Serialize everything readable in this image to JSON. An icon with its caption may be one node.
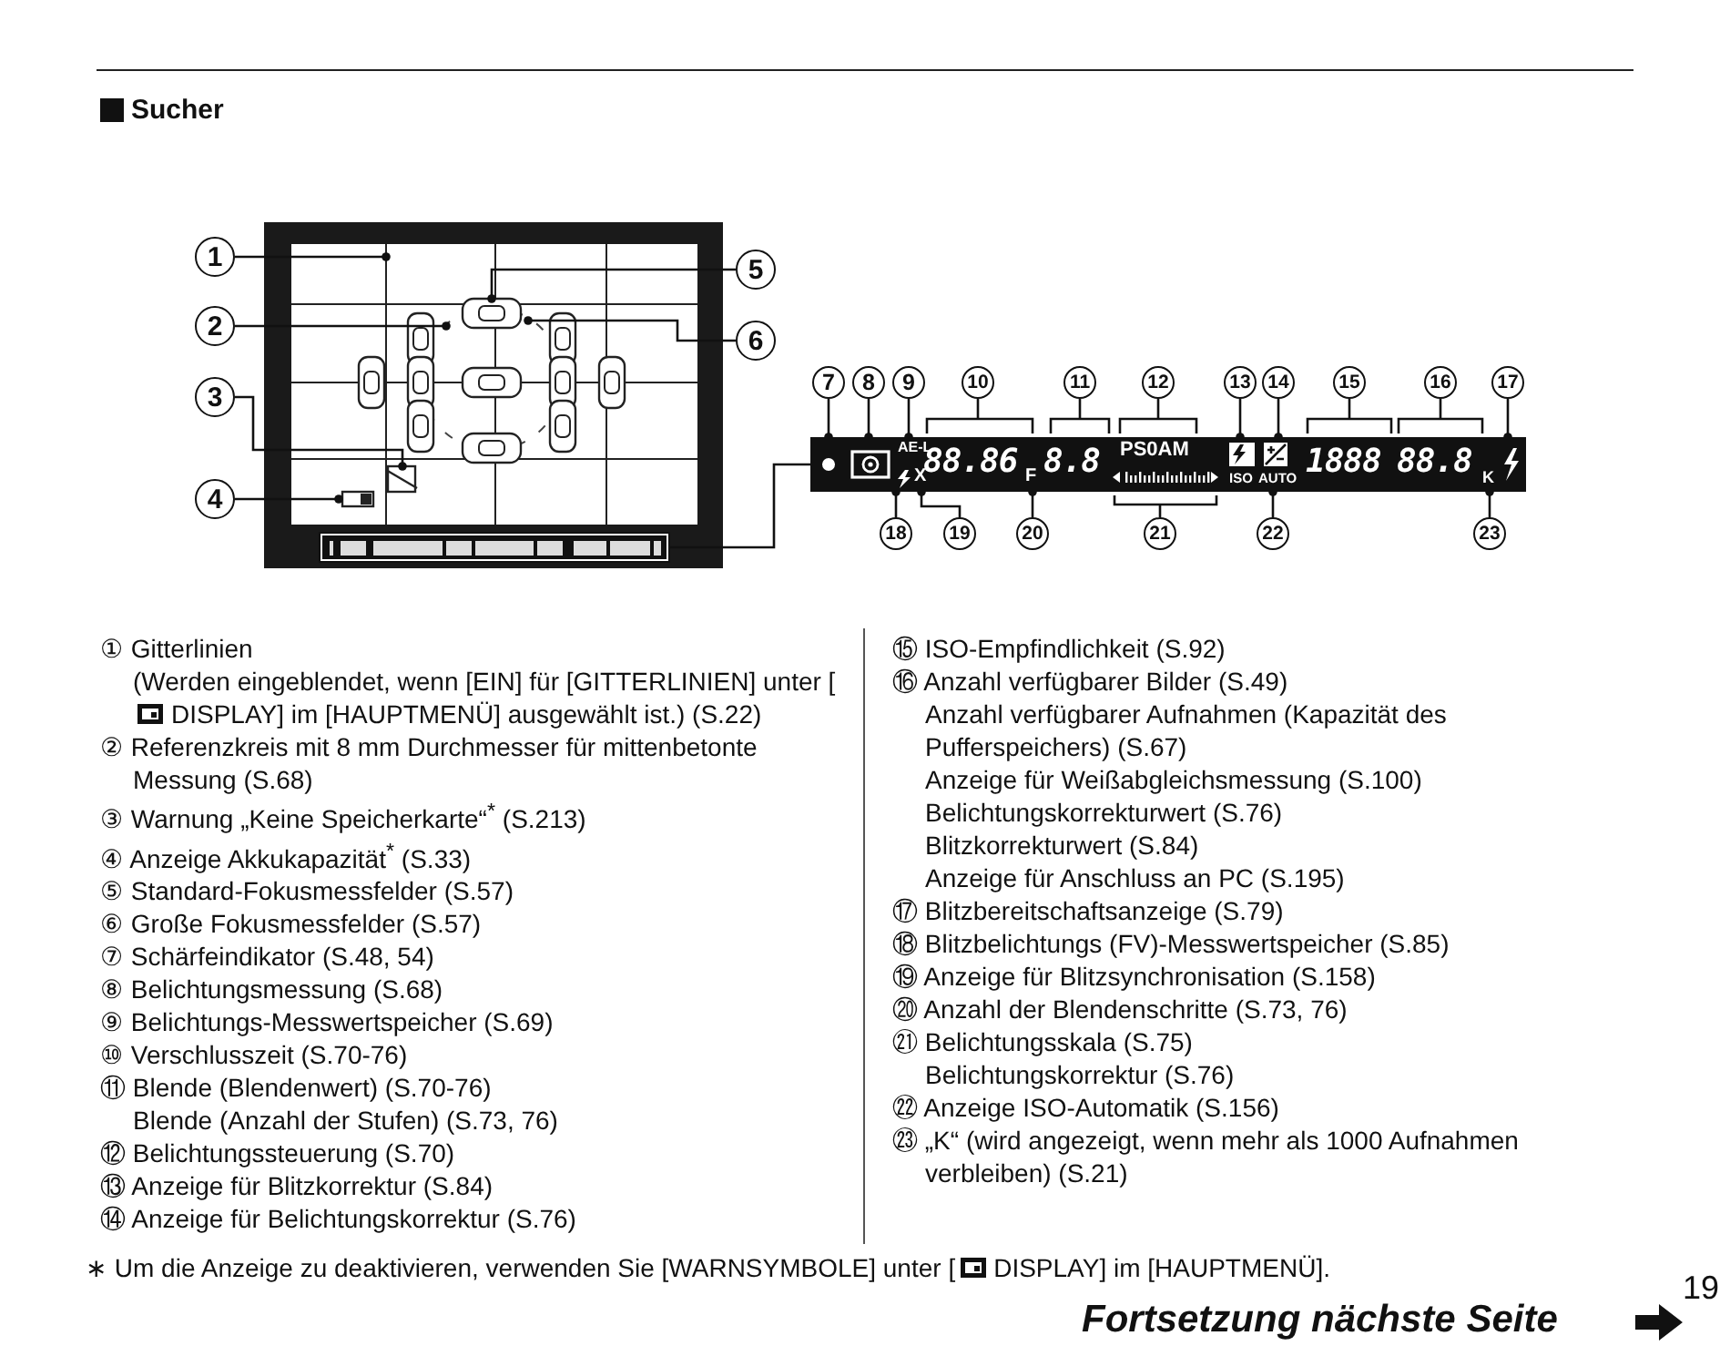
{
  "diagram": {
    "title": "Sucher",
    "nodes": [
      {
        "text": [
          "1"
        ]
      },
      {
        "text": [
          "2"
        ]
      },
      {
        "text": [
          "3"
        ]
      },
      {
        "text": [
          "4"
        ]
      },
      {
        "text": [
          "5"
        ]
      },
      {
        "text": [
          "6"
        ]
      },
      {
        "text": [
          "7"
        ]
      },
      {
        "text": [
          "8"
        ]
      },
      {
        "text": [
          "9"
        ]
      },
      {
        "text": [
          "10"
        ]
      },
      {
        "text": [
          "11"
        ]
      },
      {
        "text": [
          "12"
        ]
      },
      {
        "text": [
          "13"
        ]
      },
      {
        "text": [
          "14"
        ]
      },
      {
        "text": [
          "15"
        ]
      },
      {
        "text": [
          "16"
        ]
      },
      {
        "text": [
          "17"
        ]
      },
      {
        "text": [
          "18"
        ]
      },
      {
        "text": [
          "19"
        ]
      },
      {
        "text": [
          "20"
        ]
      },
      {
        "text": [
          "21"
        ]
      },
      {
        "text": [
          "22"
        ]
      },
      {
        "text": [
          "23"
        ]
      },
      {
        "text": [],
        "shape": "box"
      },
      {
        "text": [],
        "shape": "bar",
        "in": 23
      },
      {
        "text": [],
        "shape": "bar"
      }
    ],
    "edges": [
      {
        "from": 0,
        "to": 23,
        "arrow": "other"
      },
      {
        "from": 1,
        "to": 23,
        "arrow": "other"
      },
      {
        "from": 2,
        "to": 23,
        "arrow": "other"
      },
      {
        "from": 3,
        "to": 23,
        "arrow": "other"
      },
      {
        "from": 4,
        "to": 23,
        "arrow": "other"
      },
      {
        "from": 5,
        "to": 23,
        "arrow": "other"
      },
      {
        "from": 6,
        "to": 25,
        "arrow": "other"
      },
      {
        "from": 7,
        "to": 25,
        "arrow": "other"
      },
      {
        "from": 8,
        "to": 25,
        "arrow": "other"
      },
      {
        "from": 9,
        "to": 25,
        "arrow": "none"
      },
      {
        "from": 10,
        "to": 25,
        "arrow": "none"
      },
      {
        "from": 11,
        "to": 25,
        "arrow": "none"
      },
      {
        "from": 12,
        "to": 25,
        "arrow": "other"
      },
      {
        "from": 13,
        "to": 25,
        "arrow": "other"
      },
      {
        "from": 14,
        "to": 25,
        "arrow": "none"
      },
      {
        "from": 15,
        "to": 25,
        "arrow": "none"
      },
      {
        "from": 16,
        "to": 25,
        "arrow": "other"
      },
      {
        "from": 17,
        "to": 25,
        "arrow": "other"
      },
      {
        "from": 18,
        "to": 25,
        "arrow": "other"
      },
      {
        "from": 19,
        "to": 25,
        "arrow": "other"
      },
      {
        "from": 20,
        "to": 25,
        "arrow": "none"
      },
      {
        "from": 21,
        "to": 25,
        "arrow": "other"
      },
      {
        "from": 22,
        "to": 25,
        "arrow": "other"
      },
      {
        "from": 24,
        "to": 25,
        "arrow": "none"
      }
    ],
    "labels": [
      "AE-L",
      "X",
      "88.86",
      "F",
      "8.8",
      "PS0AM",
      "ISO",
      "AUTO",
      "1888",
      "88.8",
      "K",
      "① Gitterlinien",
      "(Werden eingeblendet, wenn [EIN] für [GITTERLINIEN] unter [",
      "DISPLAY] im [HAUPTMENÜ] ausgewählt ist.) (S.22)",
      "② Referenzkreis mit 8 mm Durchmesser für mittenbetonte Messung (S.68)",
      "③ Warnung „Keine Speicherkarte“$^{*}$ (S.213)",
      "④ Anzeige Akkukapazität$^{*}$ (S.33)",
      "⑤ Standard-Fokusmessfelder (S.57)",
      "⑥ Große Fokusmessfelder (S.57)",
      "⑦ Schärfeindikator (S.48, 54)",
      "⑧ Belichtungsmessung (S.68)",
      "⑨ Belichtungs-Messwertspeicher (S.69)",
      "⑩ Verschlusszeit (S.70-76)",
      "⑪ Blende (Blendenwert) (S.70-76)",
      "Blende (Anzahl der Stufen) (S.73, 76)",
      "⑫ Belichtungssteuerung (S.70)",
      "⑬ Anzeige für Blitzkorrektur (S.84)",
      "⑭ Anzeige für Belichtungskorrektur (S.76)",
      "⑮ ISO-Empfindlichkeit (S.92)",
      "⑯ Anzahl verfügbarer Bilder (S.49)",
      "Anzahl verfügbarer Aufnahmen (Kapazität des Pufferspeichers) (S.67)",
      "Anzeige für Weißabgleichsmessung (S.100)",
      "Belichtungskorrekturwert (S.76)",
      "Blitzkorrekturwert (S.84)",
      "Anzeige für Anschluss an PC (S.195)",
      "⑰ Blitzbereitschaftsanzeige (S.79)",
      "⑱ Blitzbelichtungs (FV)-Messwertspeicher (S.85)",
      "⑲ Anzeige für Blitzsynchronisation (S.158)",
      "⑳ Anzahl der Blendenschritte (S.73, 76)",
      "㉑ Belichtungsskala (S.75)",
      "Belichtungskorrektur (S.76)",
      "㉒ Anzeige ISO-Automatik (S.156)",
      "㉓ „K“ (wird angezeigt, wenn mehr als 1000 Aufnahmen verbleiben) (S.21)",
      "∗ Um die Anzeige zu deaktivieren, verwenden Sie [WARNSYMBOLE] unter [",
      "DISPLAY] im [HAUPTMENÜ].",
      "19",
      "Fortsetzung nächste Seite"
    ]
  }
}
